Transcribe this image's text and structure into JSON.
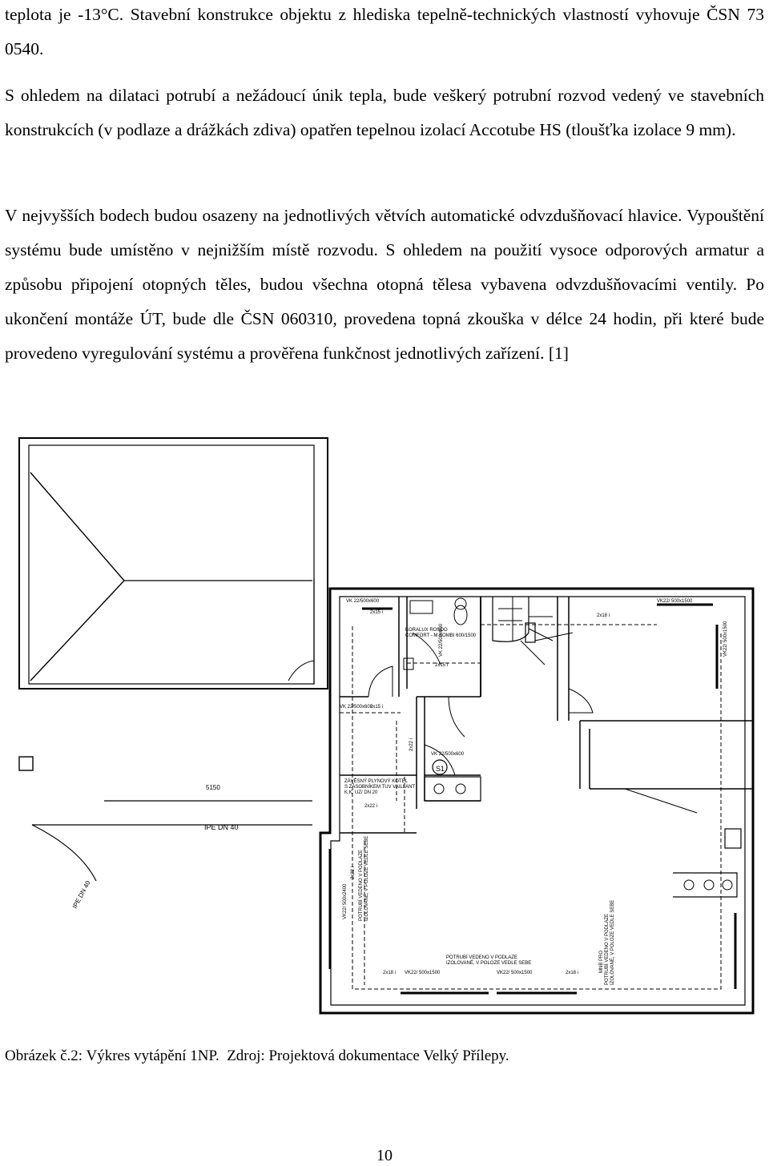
{
  "paragraphs": [
    "teplota je -13°C. Stavební konstrukce objektu z hlediska tepelně-technických vlastností vyhovuje ČSN 73 0540.",
    "S ohledem na dilataci potrubí a nežádoucí únik tepla, bude veškerý potrubní rozvod vedený ve stavebních konstrukcích (v podlaze a drážkách zdiva) opatřen tepelnou izolací Accotube HS (tloušťka izolace 9 mm).",
    "V nejvyšších bodech budou osazeny na jednotlivých větvích automatické odvzdušňovací hlavice. Vypouštění systému bude umístěno v nejnižším místě rozvodu. S ohledem na použití vysoce odporových armatur a způsobu připojení otopných těles, budou všechna otopná tělesa vybavena odvzdušňovacími ventily. Po ukončení montáže ÚT, bude dle ČSN 060310, provedena topná zkouška v délce 24 hodin, při které bude provedeno vyregulování systému a prověřena funkčnost jednotlivých zařízení. [1]"
  ],
  "plan_labels": {
    "vk_top_left": "VK 22/500x600",
    "pipe_2x15_top": "2x15 i",
    "boiler_top": "KORALUX RONDO",
    "boiler_top_2": "COMFORT - M KOMBI 600/1500",
    "pipe_2x15_mid": "2x15 i",
    "vk_22_500x600_v": "VK 22/500x600",
    "vk_top_right": "VK22/ 500x1500",
    "pipe_2x18_top": "2x18 i",
    "vk_right_v": "VK22/ 500x1500",
    "vk_left_mid": "VK 22/500x600",
    "pipe_2x15_left": "2x15 i",
    "pipe_2x22_v": "2x22 i",
    "vk_center": "VK 22/500x600",
    "marker_s1": "S1",
    "boiler_label_1": "ZÁVĚSNÝ PLYNOVÝ KOTEL",
    "boiler_label_2": "S ZÁSOBNÍKEM TUV VAILLANT",
    "boiler_label_3": "K.K. UZ/ DN 20",
    "pipe_2x22_h": "2x22 i",
    "dim_5150": "5150",
    "ipe_horizontal": "IPE DN 40",
    "ipe_diagonal": "IPE DN 40",
    "vk_left_big": "VK22/ 500x2400",
    "pipe_2x22_v2": "2x22 i",
    "potrubi_v_1": "POTRUBÍ VEDENO V PODLAZE",
    "potrubi_v_2": "IZOLOVANÉ, V POLOZE VEDLE SEBE",
    "potrubi_h_1": "POTRUBÍ VEDENO V PODLAZE",
    "potrubi_h_2": "IZOLOVANÉ, V POLOZE VEDLE SEBE",
    "potrubi_r_1": "POTRUBÍ VEDENO V PODLAZE",
    "potrubi_r_2": "IZOLOVANÉ, V POLOZE VEDLE SEBE",
    "mnb_label": "MNB PRO",
    "pipe_2x18_b1": "2x18 i",
    "vk_b1": "VK22/ 500x1500",
    "vk_b2": "VK22/ 500x1500",
    "pipe_2x18_b2": "2x18 i"
  },
  "caption": "Obrázek č.2: Výkres vytápění 1NP.  Zdroj: Projektová dokumentace Velký Přílepy.",
  "page_number": "10"
}
